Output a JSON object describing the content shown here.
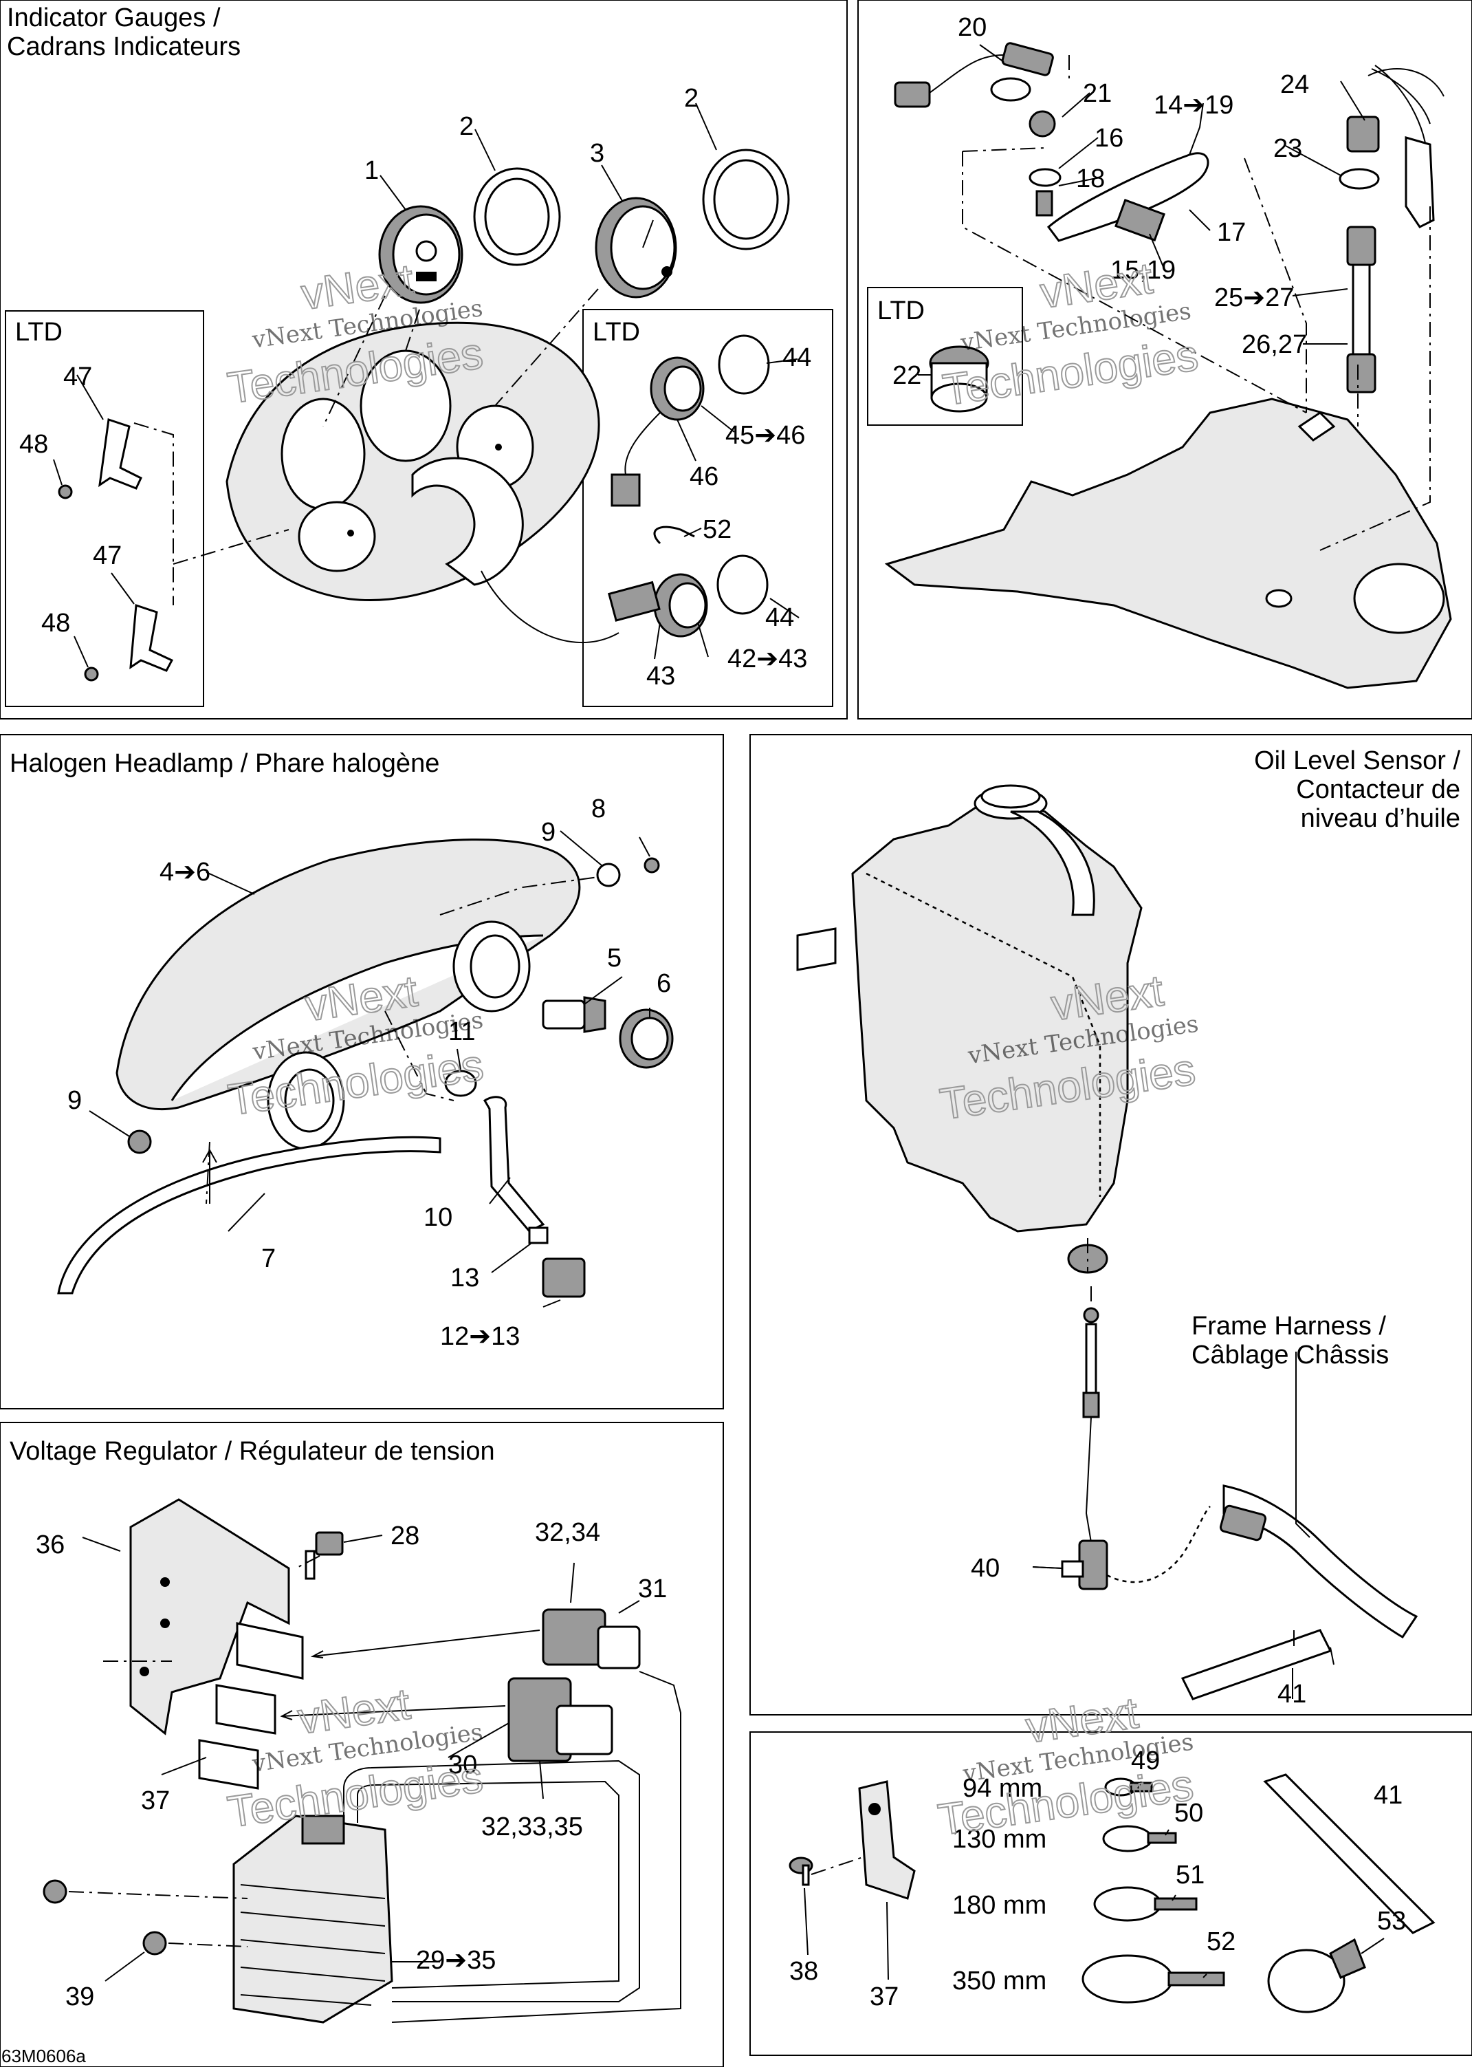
{
  "sections": {
    "gauges_title_line1": "Indicator Gauges /",
    "gauges_title_line2": "Cadrans Indicateurs",
    "ltd": "LTD",
    "headlamp_title": "Halogen Headlamp / Phare halogène",
    "oil_title_line1": "Oil Level Sensor /",
    "oil_title_line2": "Contacteur de",
    "oil_title_line3": "niveau d’huile",
    "harness_line1": "Frame Harness /",
    "harness_line2": "Câblage Châssis",
    "regulator_title": "Voltage Regulator / Régulateur de tension"
  },
  "watermark": {
    "line1": "vNext Technologies",
    "line2": "vNext",
    "line3": "Technologies"
  },
  "callouts": {
    "c1": "1",
    "c2": "2",
    "c3": "3",
    "c4_6": "4➔6",
    "c5": "5",
    "c6": "6",
    "c7": "7",
    "c8": "8",
    "c9": "9",
    "c10": "10",
    "c11": "11",
    "c12_13": "12➔13",
    "c13": "13",
    "c14_19": "14➔19",
    "c15_19": "15,19",
    "c16": "16",
    "c17": "17",
    "c18": "18",
    "c20": "20",
    "c21": "21",
    "c22": "22",
    "c23": "23",
    "c24": "24",
    "c25_27": "25➔27",
    "c26_27": "26,27",
    "c28": "28",
    "c29_35": "29➔35",
    "c30": "30",
    "c31": "31",
    "c32_34": "32,34",
    "c32_33_35": "32,33,35",
    "c36": "36",
    "c37": "37",
    "c38": "38",
    "c39": "39",
    "c40": "40",
    "c41": "41",
    "c42_43": "42➔43",
    "c43": "43",
    "c44": "44",
    "c45_46": "45➔46",
    "c46": "46",
    "c47": "47",
    "c48": "48",
    "c49": "49",
    "c50": "50",
    "c51": "51",
    "c52": "52",
    "c53": "53"
  },
  "ties": {
    "t94": "94 mm",
    "t130": "130 mm",
    "t180": "180 mm",
    "t350": "350 mm"
  },
  "drawing_code": "63M0606a"
}
